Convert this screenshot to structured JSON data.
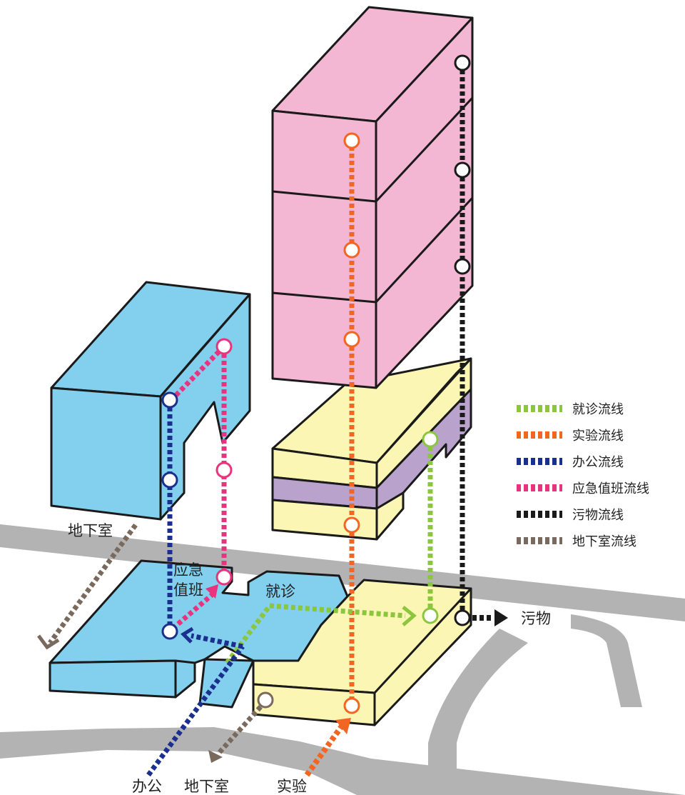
{
  "colors": {
    "pink": "#f3b6d3",
    "blue": "#82cfee",
    "yellow": "#fbf6b4",
    "purple": "#b9a3cd",
    "road": "#b3b3b3",
    "outline": "#1a1a1a"
  },
  "legend": [
    {
      "label": "就诊流线",
      "color": "#8cc63f"
    },
    {
      "label": "实验流线",
      "color": "#f26522"
    },
    {
      "label": "办公流线",
      "color": "#1b2f8f"
    },
    {
      "label": "应急值班流线",
      "color": "#e8347f"
    },
    {
      "label": "污物流线",
      "color": "#1a1a1a"
    },
    {
      "label": "地下室流线",
      "color": "#7a6a5e"
    }
  ],
  "labels": {
    "basement_left": "地下室",
    "emergency_line1": "应急",
    "emergency_line2": "值班",
    "clinic": "就诊",
    "waste": "污物",
    "office": "办公",
    "basement_bottom": "地下室",
    "lab": "实验"
  }
}
